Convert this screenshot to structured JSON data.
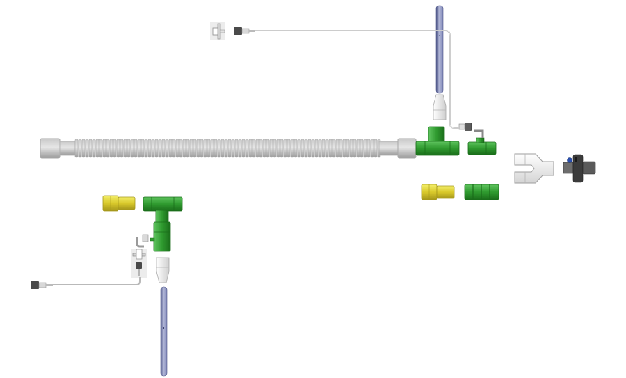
{
  "colors": {
    "background": "#ffffff",
    "tube_light": "#e6e6e6",
    "tube_mid": "#c9c9c9",
    "tube_dark": "#9a9a9a",
    "green_light": "#5fc45f",
    "green": "#2f9a2f",
    "green_dark": "#1a6d1a",
    "yellow_light": "#f3ee6a",
    "yellow": "#d9c92b",
    "yellow_dark": "#a5971b",
    "probe_light": "#b3b8d8",
    "probe": "#7e86b8",
    "probe_dark": "#4d5588",
    "filter_dark": "#3b3b3b",
    "filter_blue": "#2a4fb0",
    "line": "#b5b5b5"
  },
  "parts": [
    {
      "name": "corrugated-tube"
    },
    {
      "name": "green-tee-connector"
    },
    {
      "name": "green-elbow-adapter"
    },
    {
      "name": "y-piece-connector"
    },
    {
      "name": "hme-filter"
    },
    {
      "name": "yellow-adapter"
    },
    {
      "name": "green-double-coupler"
    },
    {
      "name": "temperature-probe"
    },
    {
      "name": "sampling-line"
    }
  ]
}
